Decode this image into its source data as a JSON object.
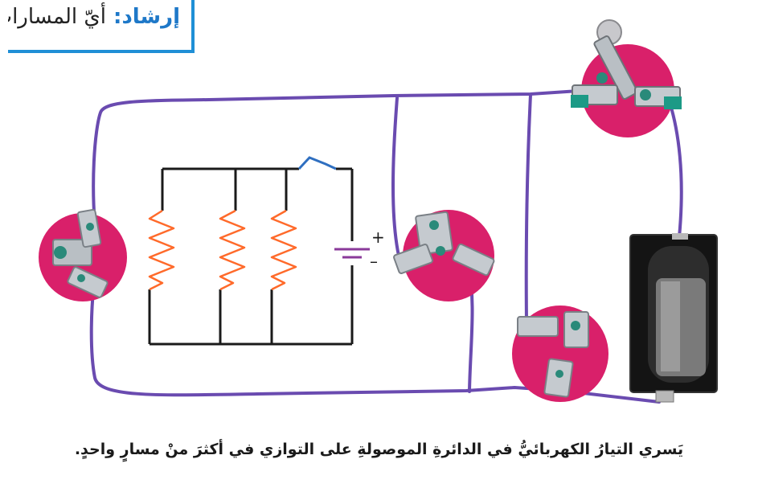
{
  "hint": {
    "label": "إرشاد:",
    "question": "أيّ المسارات"
  },
  "diagram": {
    "battery_plus": "+",
    "battery_minus": "–"
  },
  "caption": "يَسري التيارُ الكهربائيُّ في الدائرةِ الموصولةِ على التوازي في أكثرَ منْ مسارٍ واحدٍ.",
  "colors": {
    "hint_border": "#1f8fd6",
    "hint_label": "#1e78c8",
    "wire": "#6a4bb0",
    "bulb_base": "#d9206a",
    "resistor": "#ff6a2a",
    "circuit_line": "#1a1a1a",
    "switch": "#2f6fc0",
    "battery_symbol": "#8a3a9a"
  }
}
